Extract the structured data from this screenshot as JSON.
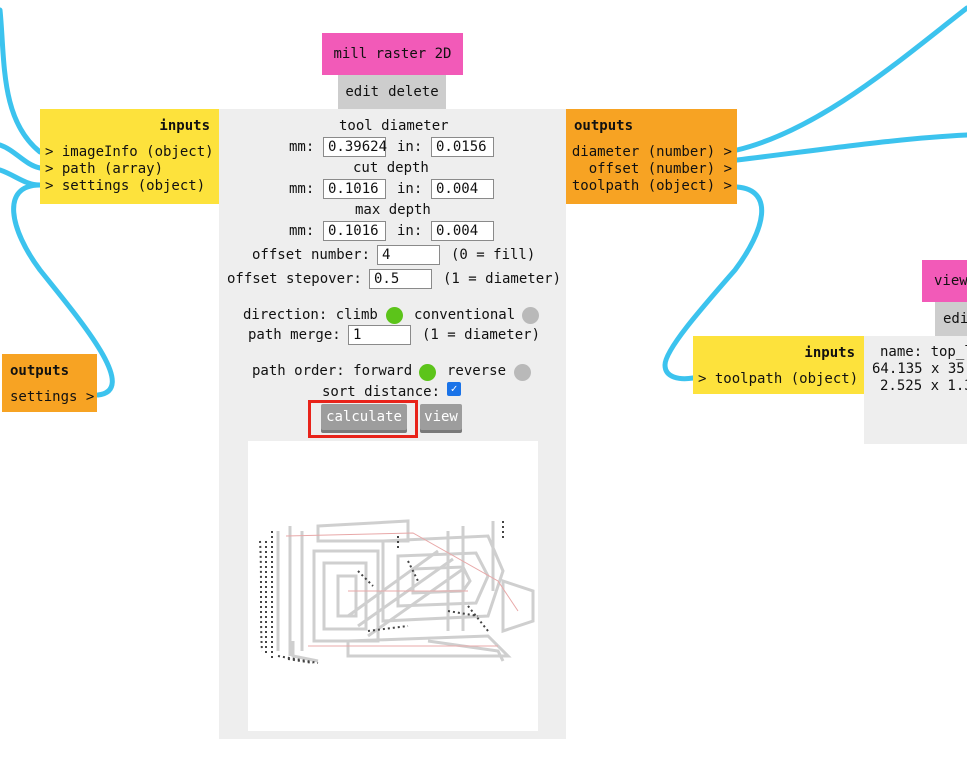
{
  "module": {
    "title": "mill raster 2D",
    "edit_label": "edit",
    "delete_label": "delete"
  },
  "inputs_panel": {
    "header": "inputs",
    "items": [
      "> imageInfo (object)",
      "> path (array)",
      "> settings (object)"
    ]
  },
  "outputs_panel": {
    "header": "outputs",
    "items": [
      "diameter (number) >",
      "offset (number) >",
      "toolpath (object) >"
    ]
  },
  "settings_outputs": {
    "header": "outputs",
    "item": "settings >"
  },
  "controls": {
    "tool_diameter_label": "tool diameter",
    "tool_diameter_mm": "0.39624",
    "tool_diameter_in": "0.0156",
    "cut_depth_label": "cut depth",
    "cut_depth_mm": "0.1016",
    "cut_depth_in": "0.004",
    "max_depth_label": "max depth",
    "max_depth_mm": "0.1016",
    "max_depth_in": "0.004",
    "mm_label": "mm:",
    "in_label": "in:",
    "offset_number_label": "offset number:",
    "offset_number_value": "4",
    "offset_number_hint": "(0 = fill)",
    "offset_stepover_label": "offset stepover:",
    "offset_stepover_value": "0.5",
    "offset_stepover_hint": "(1 = diameter)",
    "direction_label": "direction: climb",
    "conventional_label": "conventional",
    "path_merge_label": "path merge:",
    "path_merge_value": "1",
    "path_merge_hint": "(1 = diameter)",
    "path_order_label": "path order: forward",
    "reverse_label": "reverse",
    "sort_distance_label": "sort distance:",
    "sort_distance_checked": true,
    "calculate_label": "calculate",
    "view_label": "view",
    "selected_color": "#5cc41a",
    "unselected_color": "#b9b9b9"
  },
  "view_module": {
    "title": "view",
    "edit_label": "edi",
    "inputs_header": "inputs",
    "inputs_item": "> toolpath (object)",
    "info_line1": "name: top_l",
    "info_line2": "64.135 x 35.",
    "info_line3": "2.525 x 1.3"
  },
  "colors": {
    "wire": "#3cc3ee",
    "title_pink": "#f25ab8",
    "inputs_yellow": "#fde23c",
    "outputs_orange": "#f7a323",
    "highlight_red": "#e8231a"
  }
}
